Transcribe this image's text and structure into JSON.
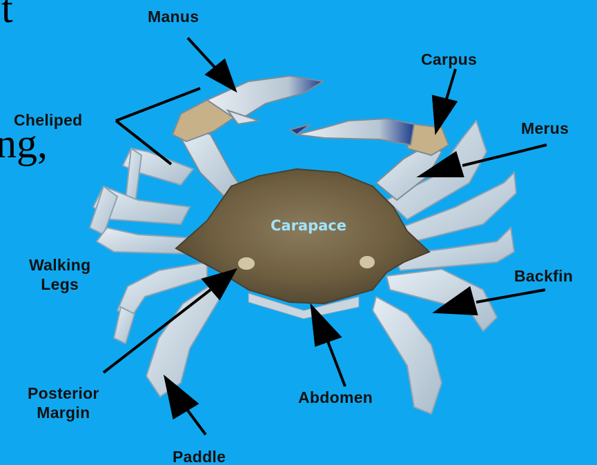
{
  "background": {
    "color": "#0fa8f0",
    "partial_text_top": "t",
    "partial_text_mid": "ng,"
  },
  "diagram": {
    "labels": {
      "manus": "Manus",
      "carpus": "Carpus",
      "cheliped": "Cheliped",
      "merus": "Merus",
      "carapace": "Carapace",
      "walking_legs_1": "Walking",
      "walking_legs_2": "Legs",
      "backfin": "Backfin",
      "posterior_margin_1": "Posterior",
      "posterior_margin_2": "Margin",
      "abdomen": "Abdomen",
      "paddle": "Paddle"
    },
    "colors": {
      "label": "#111111",
      "arrow": "#000000",
      "carapace_label": "#9fe3ff",
      "shell": "#7a6a4a",
      "leg": "#c9d6df"
    }
  }
}
